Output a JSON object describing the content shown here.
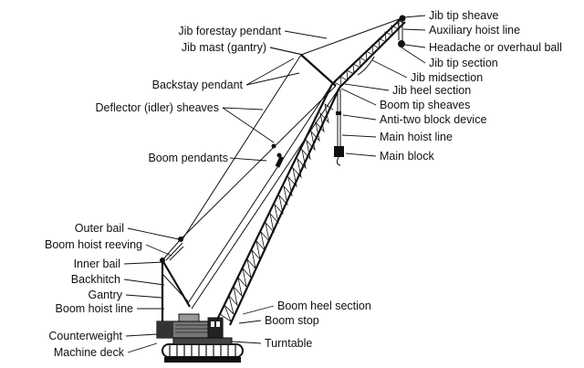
{
  "diagram": {
    "labels": {
      "jib_tip_sheave": "Jib tip sheave",
      "auxiliary_hoist_line": "Auxiliary hoist line",
      "headache_ball": "Headache or overhaul ball",
      "jib_tip_section": "Jib tip section",
      "jib_midsection": "Jib midsection",
      "jib_heel_section": "Jib heel section",
      "boom_tip_sheaves": "Boom tip sheaves",
      "anti_two_block": "Anti-two block device",
      "main_hoist_line": "Main hoist line",
      "main_block": "Main block",
      "jib_forestay_pendant": "Jib forestay pendant",
      "jib_mast": "Jib mast (gantry)",
      "backstay_pendant": "Backstay pendant",
      "deflector_sheaves": "Deflector (idler) sheaves",
      "boom_pendants": "Boom pendants",
      "outer_bail": "Outer bail",
      "boom_hoist_reeving": "Boom hoist reeving",
      "inner_bail": "Inner bail",
      "backhitch": "Backhitch",
      "gantry": "Gantry",
      "boom_hoist_line": "Boom hoist line",
      "counterweight": "Counterweight",
      "machine_deck": "Machine deck",
      "boom_heel_section": "Boom heel section",
      "boom_stop": "Boom stop",
      "turntable": "Turntable"
    }
  }
}
